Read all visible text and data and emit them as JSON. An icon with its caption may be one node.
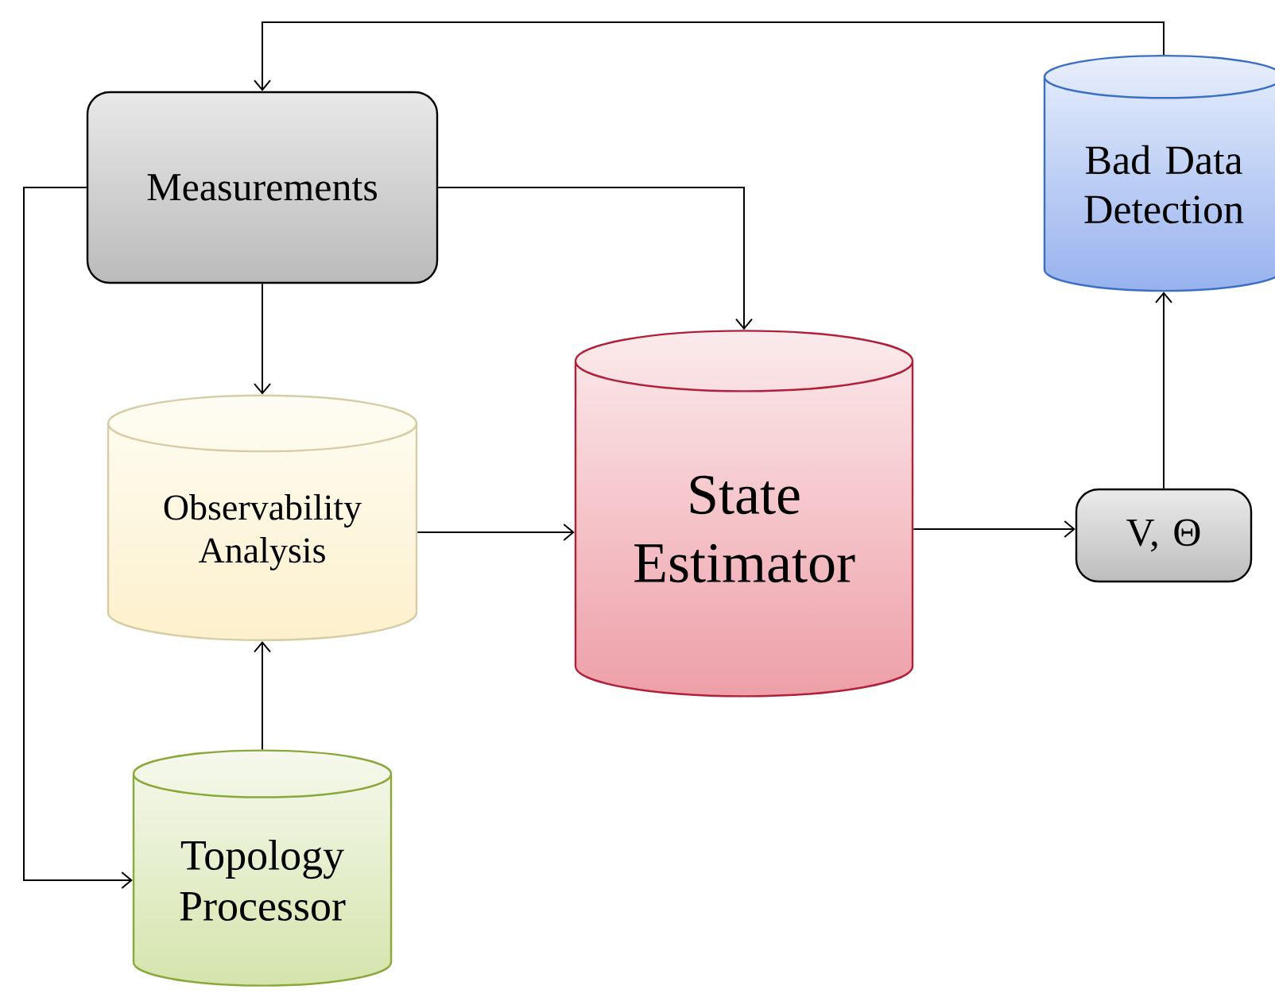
{
  "diagram": {
    "nodes": [
      {
        "text": [
          "Measurements"
        ]
      },
      {
        "text": [
          "Bad Data Detection"
        ]
      },
      {
        "text": [
          "Observability Analysis"
        ]
      },
      {
        "text": [
          "State Estimator"
        ]
      },
      {
        "text": [
          "V, Θ"
        ]
      },
      {
        "text": [
          "Topology Processor"
        ]
      }
    ],
    "edges": [
      {
        "from": 1,
        "to": 0,
        "arrow": "to"
      },
      {
        "from": 0,
        "to": 3,
        "arrow": "to"
      },
      {
        "from": 0,
        "to": 2,
        "arrow": "to"
      },
      {
        "from": 0,
        "to": 5,
        "arrow": "to"
      },
      {
        "from": 5,
        "to": 2,
        "arrow": "to"
      },
      {
        "from": 2,
        "to": 3,
        "arrow": "to"
      },
      {
        "from": 3,
        "to": 4,
        "arrow": "to"
      },
      {
        "from": 4,
        "to": 1,
        "arrow": "to"
      }
    ]
  }
}
